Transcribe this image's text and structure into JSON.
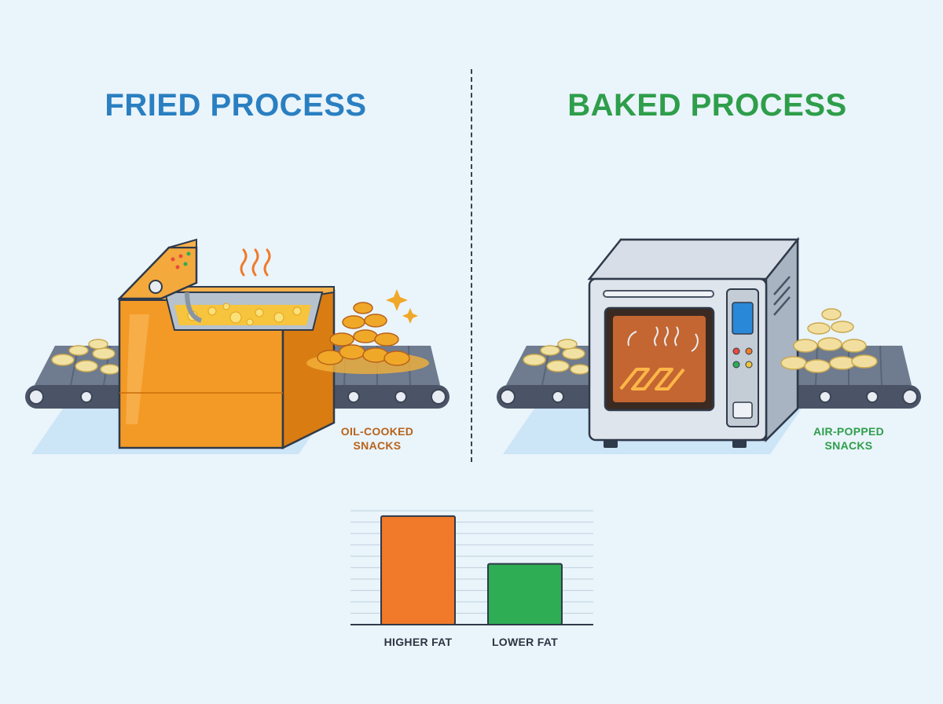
{
  "left": {
    "title": "FRIED PROCESS",
    "title_color": "#2a7fc1",
    "caption_line1": "OIL-COOKED",
    "caption_line2": "SNACKS",
    "caption_color": "#b8631a",
    "machine": "deep-fryer"
  },
  "right": {
    "title": "BAKED PROCESS",
    "title_color": "#2e9e4a",
    "caption_line1": "AIR-POPPED",
    "caption_line2": "SNACKS",
    "caption_color": "#2e9e4a",
    "machine": "convection-oven"
  },
  "chart_data": {
    "type": "bar",
    "categories": [
      "HIGHER FAT",
      "LOWER FAT"
    ],
    "values": [
      100,
      56
    ],
    "colors": [
      "#f07a2a",
      "#2fad55"
    ],
    "ylim": [
      0,
      105
    ],
    "grid": true,
    "title": "",
    "xlabel": "",
    "ylabel": ""
  }
}
